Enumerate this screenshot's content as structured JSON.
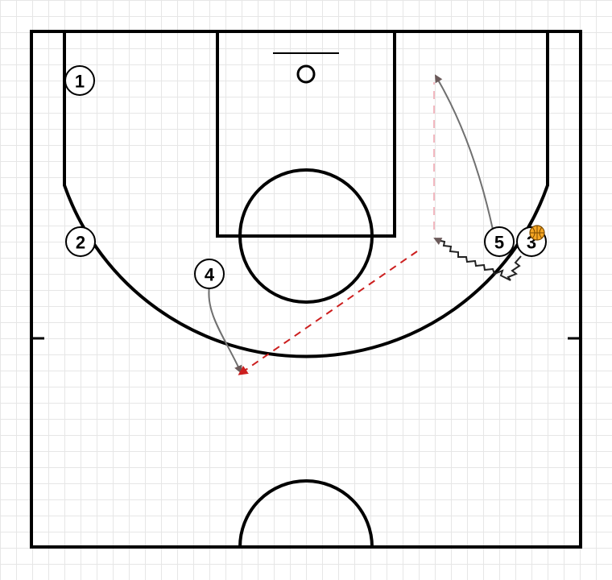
{
  "colors": {
    "court_line": "#000000",
    "grid": "#e6e6e6",
    "cut_arrow": "#707070",
    "pass_arrow": "#cc1f1f",
    "screen_path": "#f2b8c0",
    "ball": "#f5a623"
  },
  "players": [
    {
      "label": "1"
    },
    {
      "label": "2"
    },
    {
      "label": "3"
    },
    {
      "label": "4"
    },
    {
      "label": "5"
    }
  ],
  "actions": [
    {
      "type": "cut",
      "player": "5",
      "description": "cut"
    },
    {
      "type": "cut",
      "player": "4",
      "description": "cut"
    },
    {
      "type": "dribble",
      "player": "3",
      "description": "dribble"
    },
    {
      "type": "pass",
      "from": "3",
      "to": "4"
    },
    {
      "type": "screen-path",
      "player": "5"
    }
  ],
  "ball_holder": "3",
  "icons": {
    "ball": "basketball-icon",
    "basket": "basket-icon"
  }
}
